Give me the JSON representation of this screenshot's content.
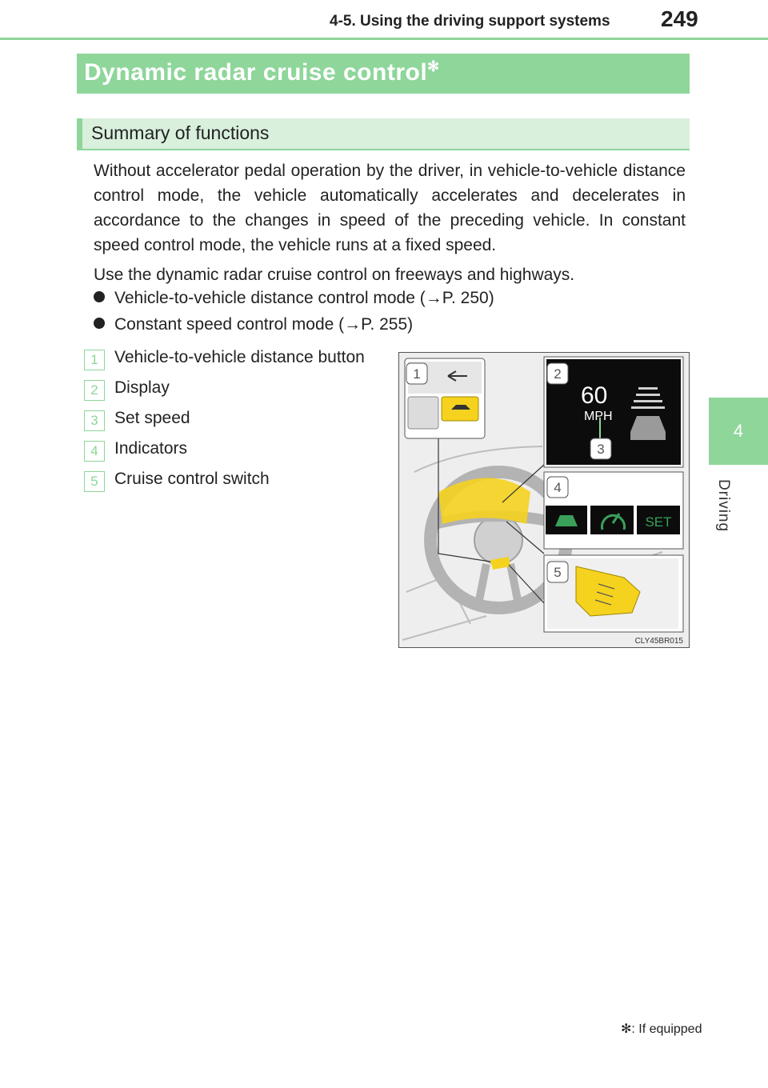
{
  "header": {
    "section": "4-5. Using the driving support systems",
    "page_number": "249"
  },
  "side_tab": {
    "chapter_number": "4",
    "chapter_label": "Driving"
  },
  "section": {
    "title": "Dynamic radar cruise control",
    "title_mark": "✻"
  },
  "subsection": {
    "title": "Summary of functions"
  },
  "body": {
    "paragraph1": "Without accelerator pedal operation by the driver, in vehicle-to-vehicle distance control mode, the vehicle automatically accelerates and decelerates in accordance to the changes in speed of the preceding vehicle. In constant speed control mode, the vehicle runs at a fixed speed.",
    "paragraph2": "Use the dynamic radar cruise control on freeways and highways.",
    "bullets": [
      "Vehicle-to-vehicle distance control mode (→P. 250)",
      "Constant speed control mode (→P. 255)"
    ]
  },
  "legend": [
    {
      "num": "1",
      "label": "Vehicle-to-vehicle distance button"
    },
    {
      "num": "2",
      "label": "Display"
    },
    {
      "num": "3",
      "label": "Set speed"
    },
    {
      "num": "4",
      "label": "Indicators"
    },
    {
      "num": "5",
      "label": "Cruise control switch"
    }
  ],
  "figure": {
    "display_speed": "60",
    "display_unit": "MPH",
    "indicator_set": "SET",
    "image_code": "CLY45BR015",
    "callouts": [
      "1",
      "2",
      "3",
      "4",
      "5"
    ]
  },
  "footnote": {
    "mark": "✻",
    "text": ": If equipped"
  },
  "colors": {
    "accent_green": "#8ed69a",
    "light_green": "#d9f0dc",
    "highlight_yellow": "#f5d21e",
    "indicator_green": "#3aa05a"
  }
}
